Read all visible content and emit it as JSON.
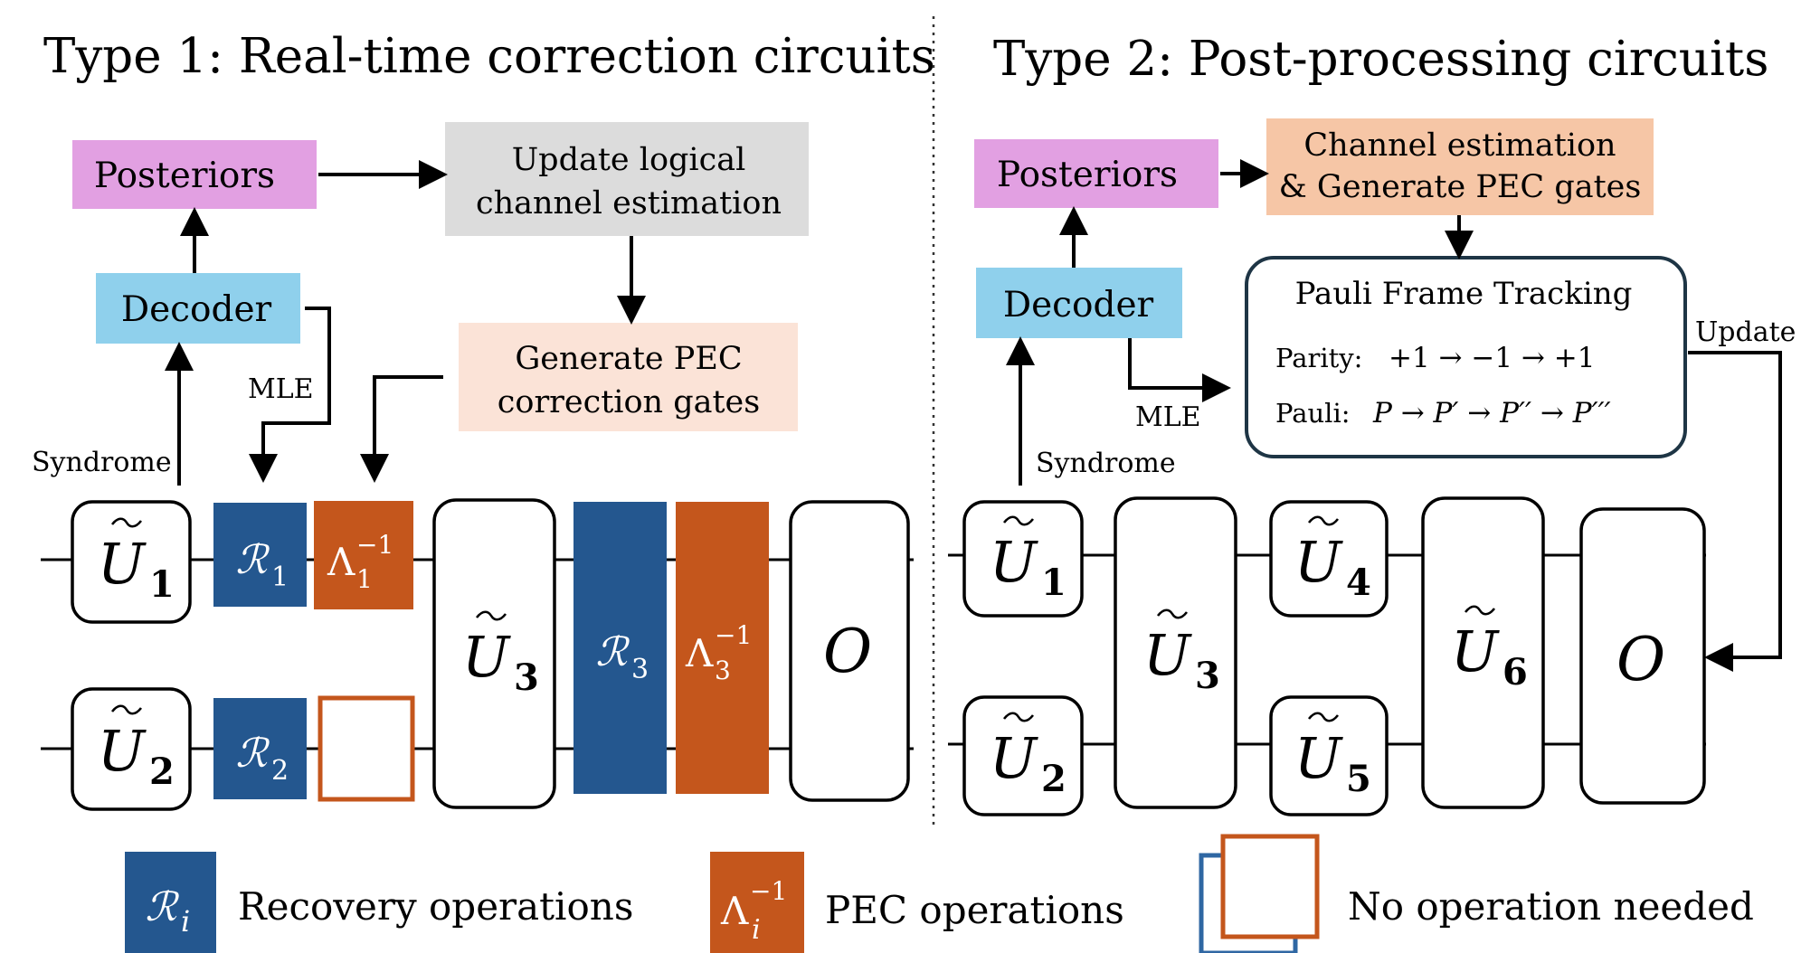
{
  "panel1": {
    "title": "Type 1: Real-time correction circuits",
    "posteriors": "Posteriors",
    "update_line1": "Update logical",
    "update_line2": "channel estimation",
    "decoder": "Decoder",
    "generate_line1": "Generate PEC",
    "generate_line2": "correction gates",
    "mle": "MLE",
    "syndrome": "Syndrome",
    "gates": {
      "u1": "U",
      "u1_sub": "1",
      "u2": "U",
      "u2_sub": "2",
      "u3": "U",
      "u3_sub": "3",
      "r1": "ℛ",
      "r1_sub": "1",
      "r2": "ℛ",
      "r2_sub": "2",
      "r3": "ℛ",
      "r3_sub": "3",
      "l1": "Λ",
      "l1_sup": "−1",
      "l1_sub": "1",
      "l3": "Λ",
      "l3_sup": "−1",
      "l3_sub": "3",
      "o": "O"
    }
  },
  "panel2": {
    "title": "Type 2: Post-processing circuits",
    "posteriors": "Posteriors",
    "channel_line1": "Channel estimation",
    "channel_line2": "& Generate PEC gates",
    "decoder": "Decoder",
    "pft_title": "Pauli Frame Tracking",
    "parity_label": "Parity:",
    "parity_seq": "+1 → −1 → +1",
    "pauli_label": "Pauli:",
    "pauli_seq": "P → P′ → P′′ → P′′′",
    "update": "Update",
    "mle": "MLE",
    "syndrome": "Syndrome",
    "gates": {
      "u1": "U",
      "u1_sub": "1",
      "u2": "U",
      "u2_sub": "2",
      "u3": "U",
      "u3_sub": "3",
      "u4": "U",
      "u4_sub": "4",
      "u5": "U",
      "u5_sub": "5",
      "u6": "U",
      "u6_sub": "6",
      "o": "O"
    }
  },
  "legend": {
    "recovery_symbol": "ℛ",
    "recovery_sub": "i",
    "recovery_label": "Recovery operations",
    "pec_symbol": "Λ",
    "pec_sup": "−1",
    "pec_sub": "i",
    "pec_label": "PEC operations",
    "none_label": "No operation needed"
  },
  "colors": {
    "posteriors": "#e2a0e2",
    "update_box": "#dcdcdc",
    "decoder": "#8fd0ec",
    "generate_box": "#fbe3d7",
    "channel_box": "#f6c6a6",
    "recovery": "#24578f",
    "pec": "#c4561c",
    "outline_blue": "#2f67a3",
    "pft_border": "#1e3545"
  }
}
